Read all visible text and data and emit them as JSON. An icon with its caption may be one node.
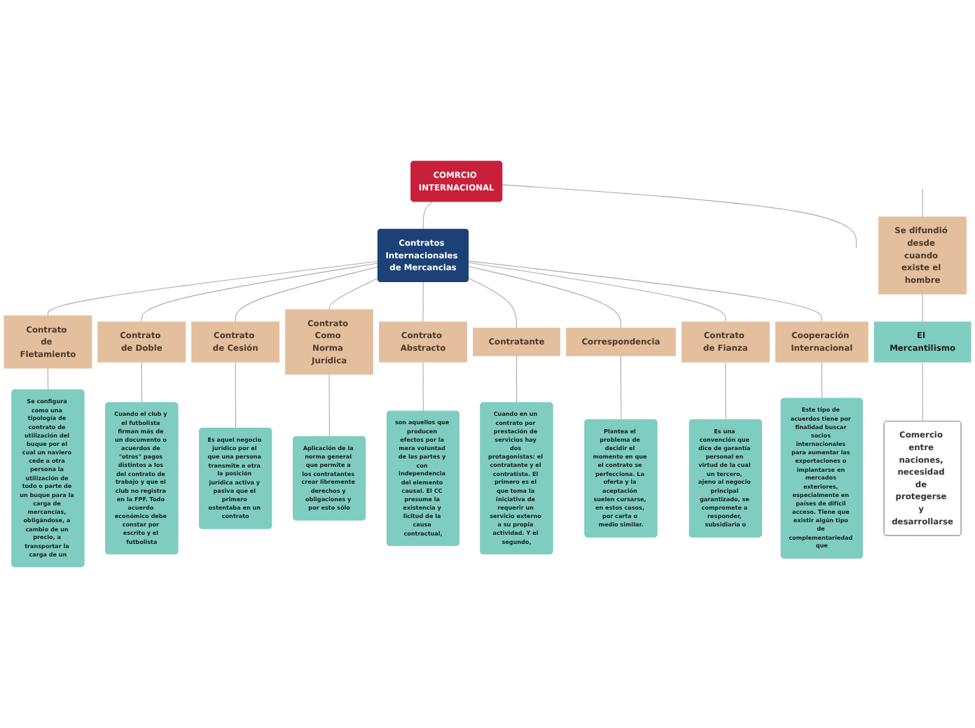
{
  "diagram": {
    "nodes": [
      {
        "text": [
          "COMRCIO INTERNACIONAL"
        ]
      },
      {
        "text": [
          "Contratos Internacionales de Mercancias"
        ]
      },
      {
        "text": [
          "Contrato de Fletamiento"
        ]
      },
      {
        "text": [
          "Se configura como una tipología de contrato de utilización del buque por el cual un naviero cede a otra persona la utilización de todo o parte de un buque para la carga de mercancías, obligándose, a cambio de un precio, a transportar la carga de un"
        ]
      },
      {
        "text": [
          "Contrato de Doble"
        ]
      },
      {
        "text": [
          "Cuando el club y el futbolista firman más de un documento o acuerdos de \"otros\" pagos distintos a los del contrato de trabajo y que el club no registra en la FPF. Todo acuerdo económico debe constar por escrito y el futbolista"
        ]
      },
      {
        "text": [
          "Contrato de Cesión"
        ]
      },
      {
        "text": [
          "Es aquel negocio jurídico por el que una persona transmite a otra la posición jurídica activa y pasiva que el primero ostentaba en un contrato"
        ]
      },
      {
        "text": [
          "Contrato Como Norma Jurídica"
        ]
      },
      {
        "text": [
          "Aplicación de la norma general que permite a los contratantes crear libremente derechos y obligaciones y por esto sólo"
        ]
      },
      {
        "text": [
          "Contrato Abstracto"
        ]
      },
      {
        "text": [
          "son aquellos que producen efectos por la mera voluntad de las partes y con independencia del elemento causal. El CC presume la existencia y licitud de la causa contractual,"
        ]
      },
      {
        "text": [
          "Contratante"
        ]
      },
      {
        "text": [
          "Cuando en un contrato por prestación de servicios hay dos protagonistas: el contratante y el contratista. El primero es el que toma la iniciativa de requerir un servicio externo a su propia actividad. Y el segundo,"
        ]
      },
      {
        "text": [
          "Correspondencia"
        ]
      },
      {
        "text": [
          "Plantea el problema de decidir el momento en que el contrato se perfecciona. La oferta y la aceptación suelen cursarse, en estos casos, por carta o medio similar."
        ]
      },
      {
        "text": [
          "Contrato de Fianza"
        ]
      },
      {
        "text": [
          "Es una convención que dice de garantía personal en virtud de la cual un tercero, ajeno al negocio principal garantizado, se compromete a responder, subsidiaria o"
        ]
      },
      {
        "text": [
          "Cooperación Internacional"
        ]
      },
      {
        "text": [
          "Este tipo de acuerdos tiene por finalidad buscar socios internacionales para aumentar las exportaciones o implantarse en mercados exteriores, especialmente en países de difícil acceso. Tiene que existir algún tipo de complementariedad que"
        ]
      },
      {
        "text": [
          "Se difundió desde cuando existe el hombre"
        ]
      },
      {
        "text": [
          "El Mercantilismo"
        ]
      },
      {
        "text": [
          "Comercio entre naciones, necesidad de protegerse y desarrollarse"
        ]
      }
    ],
    "edges": [
      {
        "from": 0,
        "to": 1,
        "arrow": "none"
      },
      {
        "from": 0,
        "to": null,
        "arrow": "none"
      },
      {
        "from": 1,
        "to": 2,
        "arrow": "none"
      },
      {
        "from": 2,
        "to": 3,
        "arrow": "none"
      },
      {
        "from": 1,
        "to": 4,
        "arrow": "none"
      },
      {
        "from": 4,
        "to": 5,
        "arrow": "none"
      },
      {
        "from": 1,
        "to": 6,
        "arrow": "none"
      },
      {
        "from": 6,
        "to": 7,
        "arrow": "none"
      },
      {
        "from": 1,
        "to": 8,
        "arrow": "none"
      },
      {
        "from": 8,
        "to": 9,
        "arrow": "none"
      },
      {
        "from": 1,
        "to": 10,
        "arrow": "none"
      },
      {
        "from": 10,
        "to": 11,
        "arrow": "none"
      },
      {
        "from": 1,
        "to": 12,
        "arrow": "none"
      },
      {
        "from": 12,
        "to": 13,
        "arrow": "none"
      },
      {
        "from": 1,
        "to": 14,
        "arrow": "none"
      },
      {
        "from": 14,
        "to": 15,
        "arrow": "none"
      },
      {
        "from": 1,
        "to": 16,
        "arrow": "none"
      },
      {
        "from": 16,
        "to": 17,
        "arrow": "none"
      },
      {
        "from": 1,
        "to": 18,
        "arrow": "none"
      },
      {
        "from": 18,
        "to": 19,
        "arrow": "none"
      },
      {
        "from": null,
        "to": 20,
        "arrow": "none"
      },
      {
        "from": 20,
        "to": 21,
        "arrow": "none"
      },
      {
        "from": 21,
        "to": 22,
        "arrow": "none"
      }
    ]
  }
}
